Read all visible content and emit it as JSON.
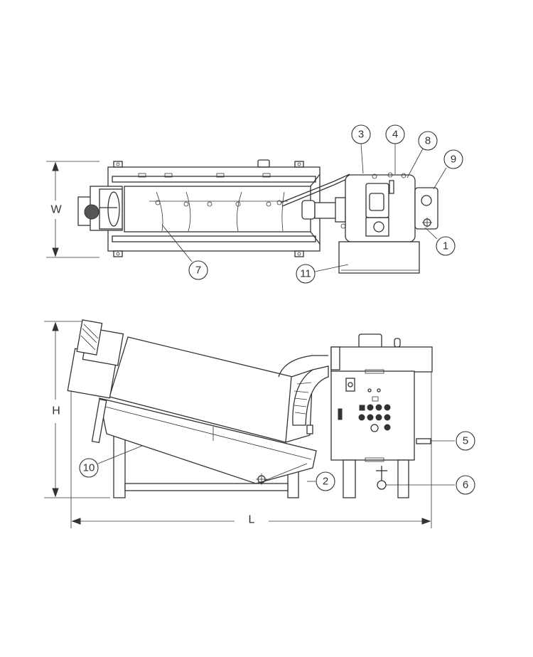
{
  "title": "Screw press sludge dewatering machine – plan and elevation",
  "dimensions": {
    "width": "W",
    "height": "H",
    "length": "L"
  },
  "callouts": {
    "c1": "1",
    "c2": "2",
    "c3": "3",
    "c4": "4",
    "c5": "5",
    "c6": "6",
    "c7": "7",
    "c8": "8",
    "c9": "9",
    "c10": "10",
    "c11": "11"
  }
}
